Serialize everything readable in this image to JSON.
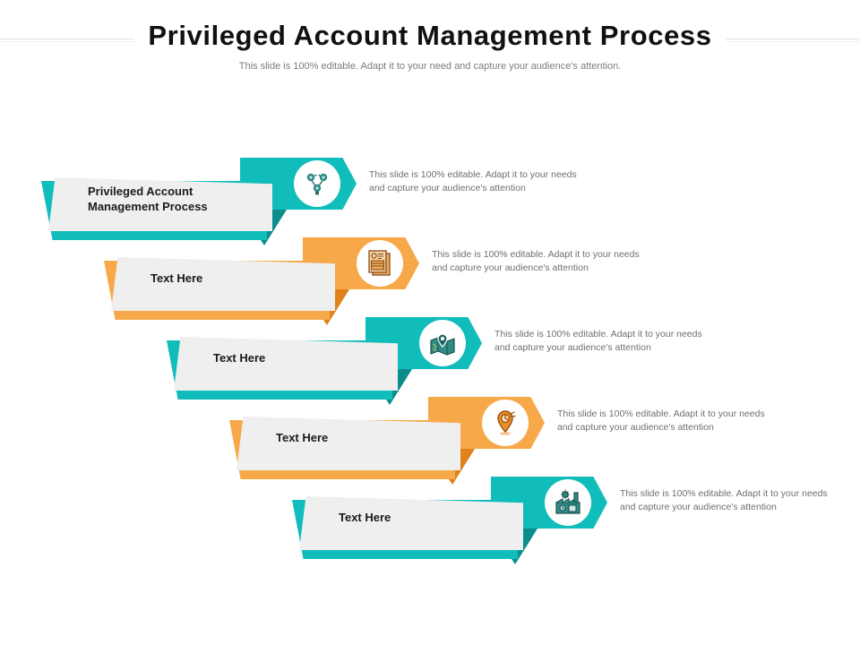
{
  "header": {
    "title": "Privileged Account Management Process",
    "subtitle": "This slide is 100% editable. Adapt it to your need and capture your audience's attention."
  },
  "colors": {
    "teal": "#10bdbb",
    "teal_dark": "#0b8d8c",
    "orange": "#f7a94a",
    "orange_dark": "#e0821b",
    "plate_fill": "#efefef",
    "title_text": "#111111",
    "body_text": "#6f6f6f"
  },
  "rows": [
    {
      "label": "Privileged Account Management Process",
      "description": "This slide is 100% editable. Adapt it to your needs and capture your audience's attention",
      "color": "teal",
      "icon": "network-nodes-icon"
    },
    {
      "label": "Text Here",
      "description": "This slide is 100% editable. Adapt it to your needs and capture your audience's attention",
      "color": "orange",
      "icon": "id-card-document-icon"
    },
    {
      "label": "Text Here",
      "description": "This slide is 100% editable. Adapt it to your needs and capture your audience's attention",
      "color": "teal",
      "icon": "map-location-icon"
    },
    {
      "label": "Text Here",
      "description": "This slide is 100% editable. Adapt it to your needs and capture your audience's attention",
      "color": "orange",
      "icon": "location-pin-icon"
    },
    {
      "label": "Text Here",
      "description": "This slide is 100% editable. Adapt it to your needs and capture your audience's attention",
      "color": "teal",
      "icon": "factory-industry-icon"
    }
  ]
}
